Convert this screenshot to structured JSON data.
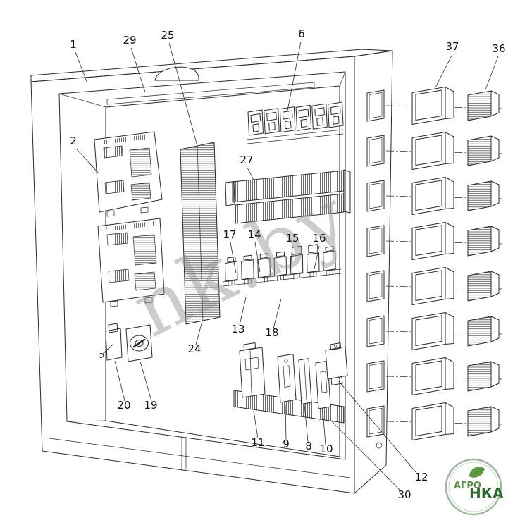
{
  "drawing": {
    "watermark": "nk.by",
    "logo": {
      "part1": "АГРО",
      "part2": "НКА"
    },
    "callouts": {
      "c1": "1",
      "c2": "2",
      "c6": "6",
      "c8": "8",
      "c9": "9",
      "c10": "10",
      "c11": "11",
      "c12": "12",
      "c13": "13",
      "c14": "14",
      "c15": "15",
      "c16": "16",
      "c17": "17",
      "c18": "18",
      "c19": "19",
      "c20": "20",
      "c24": "24",
      "c25": "25",
      "c27": "27",
      "c29": "29",
      "c30": "30",
      "c36": "36",
      "c37": "37"
    }
  }
}
